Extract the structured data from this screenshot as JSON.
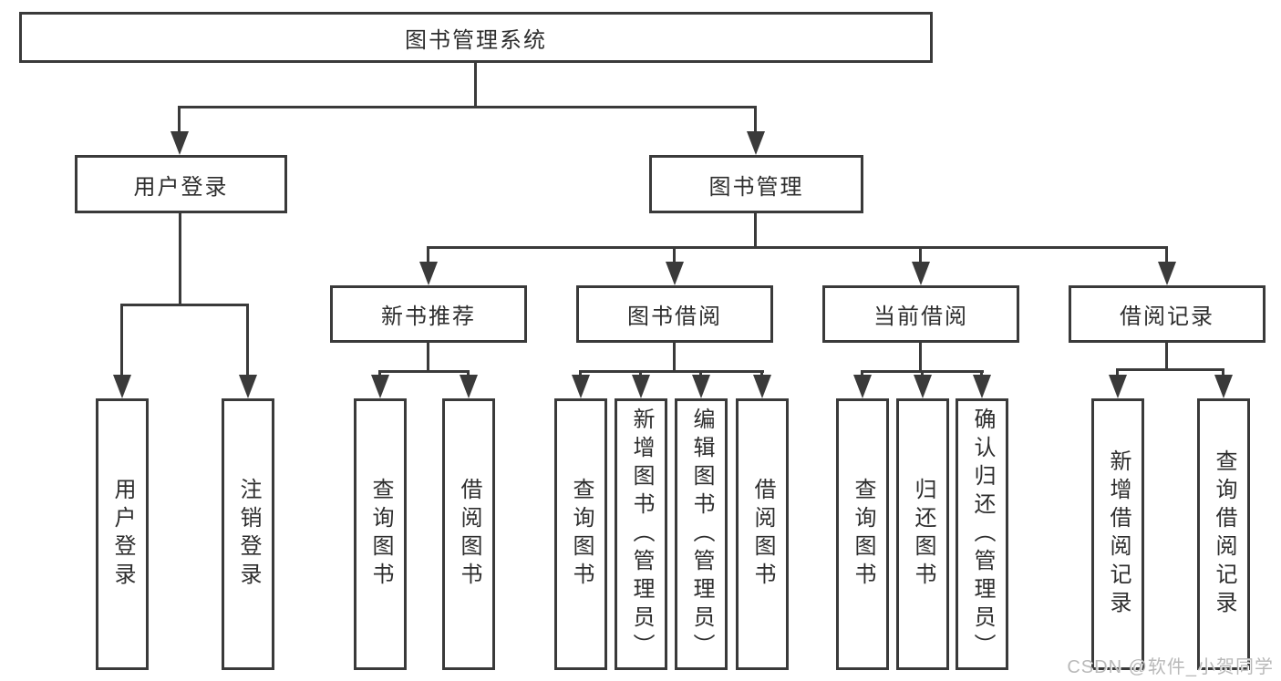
{
  "diagram": {
    "root": {
      "label": "图书管理系统"
    },
    "level2": [
      {
        "label": "用户登录"
      },
      {
        "label": "图书管理"
      }
    ],
    "level3": [
      {
        "label": "新书推荐"
      },
      {
        "label": "图书借阅"
      },
      {
        "label": "当前借阅"
      },
      {
        "label": "借阅记录"
      }
    ],
    "leaves": [
      {
        "label": "用户登录"
      },
      {
        "label": "注销登录"
      },
      {
        "label": "查询图书"
      },
      {
        "label": "借阅图书"
      },
      {
        "label": "查询图书"
      },
      {
        "label": "新增图书（管理员）"
      },
      {
        "label": "编辑图书（管理员）"
      },
      {
        "label": "借阅图书"
      },
      {
        "label": "查询图书"
      },
      {
        "label": "归还图书"
      },
      {
        "label": "确认归还（管理员）"
      },
      {
        "label": "新增借阅记录"
      },
      {
        "label": "查询借阅记录"
      }
    ],
    "colors": {
      "line": "#3a3a3a",
      "text": "#2e2e2e",
      "watermark": "#b9b9b9",
      "background": "#ffffff"
    }
  },
  "watermark": {
    "text": "CSDN @软件_小贺同学"
  }
}
